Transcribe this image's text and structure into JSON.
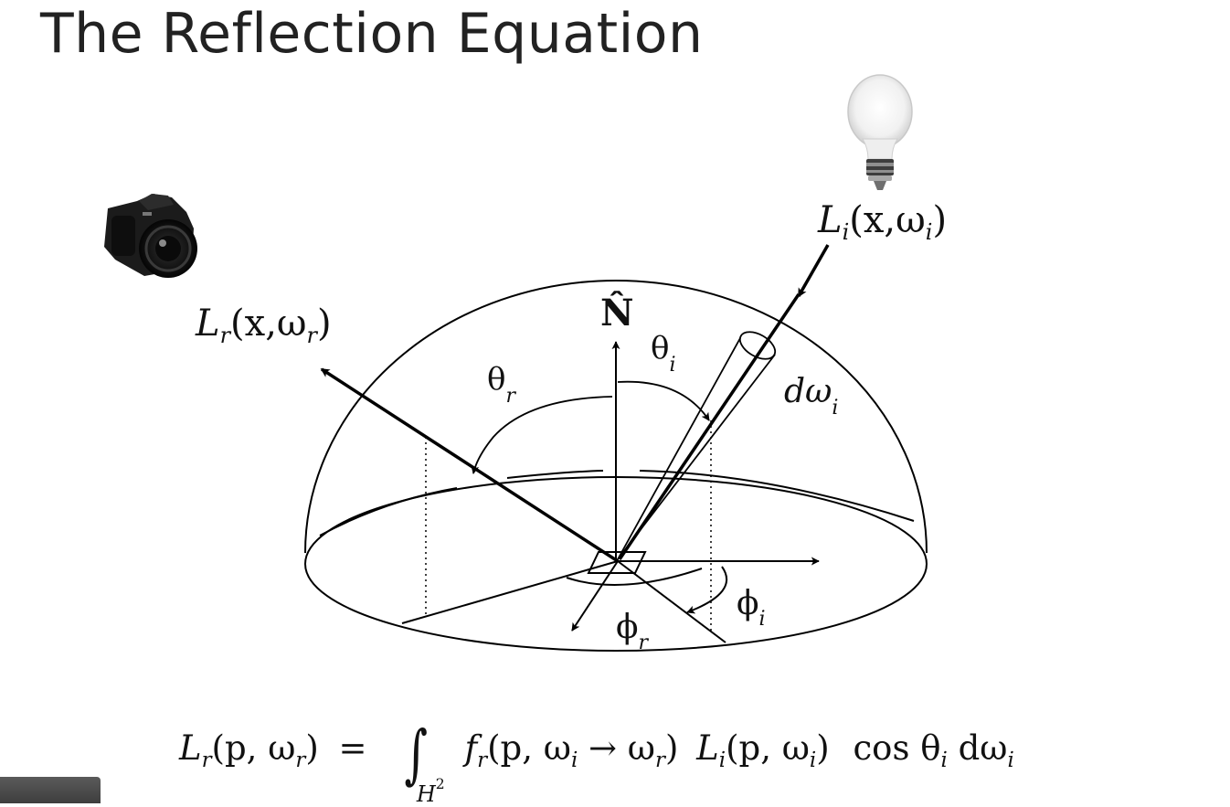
{
  "title": "The Reflection Equation",
  "labels": {
    "normal": "N̂",
    "light_radiance": {
      "main": "L",
      "sub": "i",
      "args": "(x,ω",
      "args_sub": "i",
      "close": ")"
    },
    "reflected_radiance": {
      "main": "L",
      "sub": "r",
      "args": "(x,ω",
      "args_sub": "r",
      "close": ")"
    },
    "theta_i": {
      "main": "θ",
      "sub": "i"
    },
    "theta_r": {
      "main": "θ",
      "sub": "r"
    },
    "d_omega_i": {
      "main": "dω",
      "sub": "i"
    },
    "phi_i": {
      "main": "ϕ",
      "sub": "i"
    },
    "phi_r": {
      "main": "ϕ",
      "sub": "r"
    }
  },
  "equation": {
    "lhs_L": "L",
    "lhs_sub": "r",
    "lhs_args": "(p, ω",
    "lhs_args_sub": "r",
    "lhs_close": ")",
    "equals": "=",
    "integral_symbol": "∫",
    "domain": "H",
    "domain_sup": "2",
    "f": "f",
    "f_sub": "r",
    "f_args": "(p, ω",
    "f_args_sub1": "i",
    "arrow": " → ω",
    "f_args_sub2": "r",
    "f_close": ")",
    "Li": "L",
    "Li_sub": "i",
    "Li_args": "(p, ω",
    "Li_args_sub": "i",
    "Li_close": ")",
    "cos": "cos θ",
    "cos_sub": "i",
    "d": " dω",
    "d_sub": "i"
  },
  "icons": [
    "camera-icon",
    "light-bulb-icon"
  ]
}
